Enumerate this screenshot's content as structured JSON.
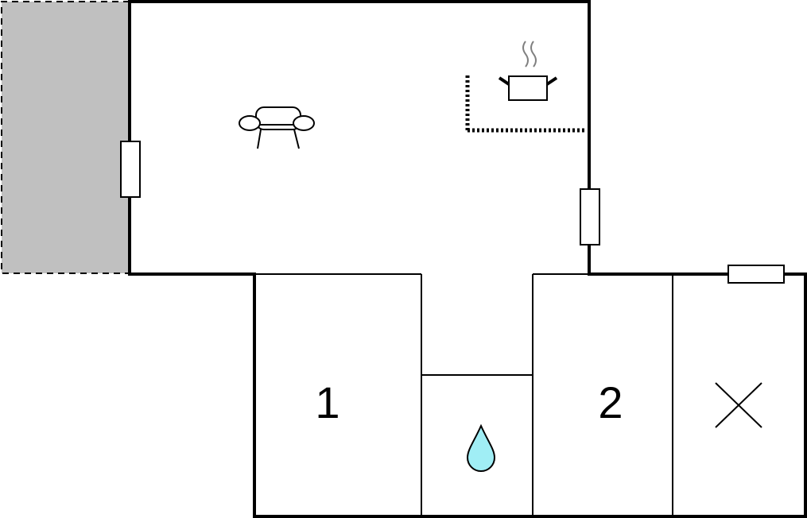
{
  "rooms": [
    {
      "id": "living",
      "icons": [
        "sofa-icon",
        "cooking-pot-icon"
      ]
    },
    {
      "id": "bedroom-1",
      "label": "1"
    },
    {
      "id": "bathroom",
      "icons": [
        "water-drop-icon"
      ]
    },
    {
      "id": "bedroom-2",
      "label": "2"
    },
    {
      "id": "utility",
      "icons": [
        "cross-icon"
      ]
    }
  ],
  "colors": {
    "wall": "#000000",
    "terrace": "#c0c0c0",
    "water": "#a0eef5",
    "steam": "#808080",
    "background": "#ffffff"
  }
}
